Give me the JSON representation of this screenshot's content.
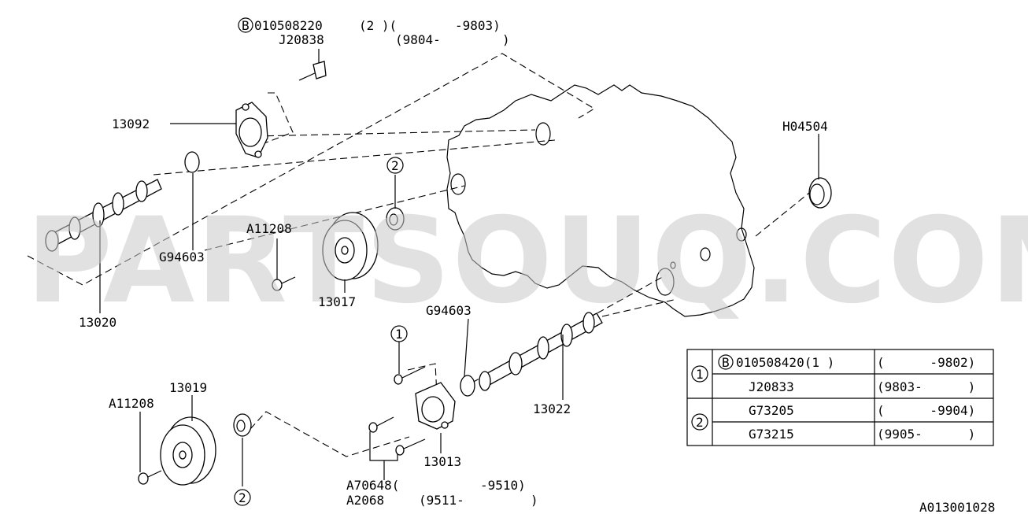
{
  "watermark": "PARTSOUQ.COM",
  "diagram_id": "A013001028",
  "callouts": {
    "top_bolt_code": "010508220",
    "top_bolt_qty": "(2 )(",
    "top_bolt_range1": "-9803)",
    "top_bolt_alt": "J20838",
    "top_bolt_range2": "(9804-",
    "top_bolt_range2_close": ")",
    "sprocket_cover": "13092",
    "o_ring_upper": "G94603",
    "bolt_upper": "A11208",
    "camshaft_upper": "13020",
    "pulley_upper": "13017",
    "oil_seal": "H04504",
    "o_ring_lower": "G94603",
    "camshaft_lower": "13022",
    "bolt_lower": "A11208",
    "pulley_lower": "13019",
    "cover_lower": "13013",
    "bolt_group1": "A70648(",
    "bolt_group1_range": "-9510)",
    "bolt_group2": "A2068",
    "bolt_group2_range": "(9511-",
    "bolt_group2_close": ")",
    "ref_1": "1",
    "ref_2_upper": "2",
    "ref_2_lower": "2",
    "b_symbol": "B"
  },
  "table": {
    "rows": [
      {
        "ref": "1",
        "symbol": "B",
        "part": "010508420(1 )",
        "range": "(      -9802)"
      },
      {
        "ref": "",
        "symbol": "",
        "part": "J20833",
        "range": "(9803-      )"
      },
      {
        "ref": "2",
        "symbol": "",
        "part": "G73205",
        "range": "(      -9904)"
      },
      {
        "ref": "",
        "symbol": "",
        "part": "G73215",
        "range": "(9905-      )"
      }
    ]
  }
}
